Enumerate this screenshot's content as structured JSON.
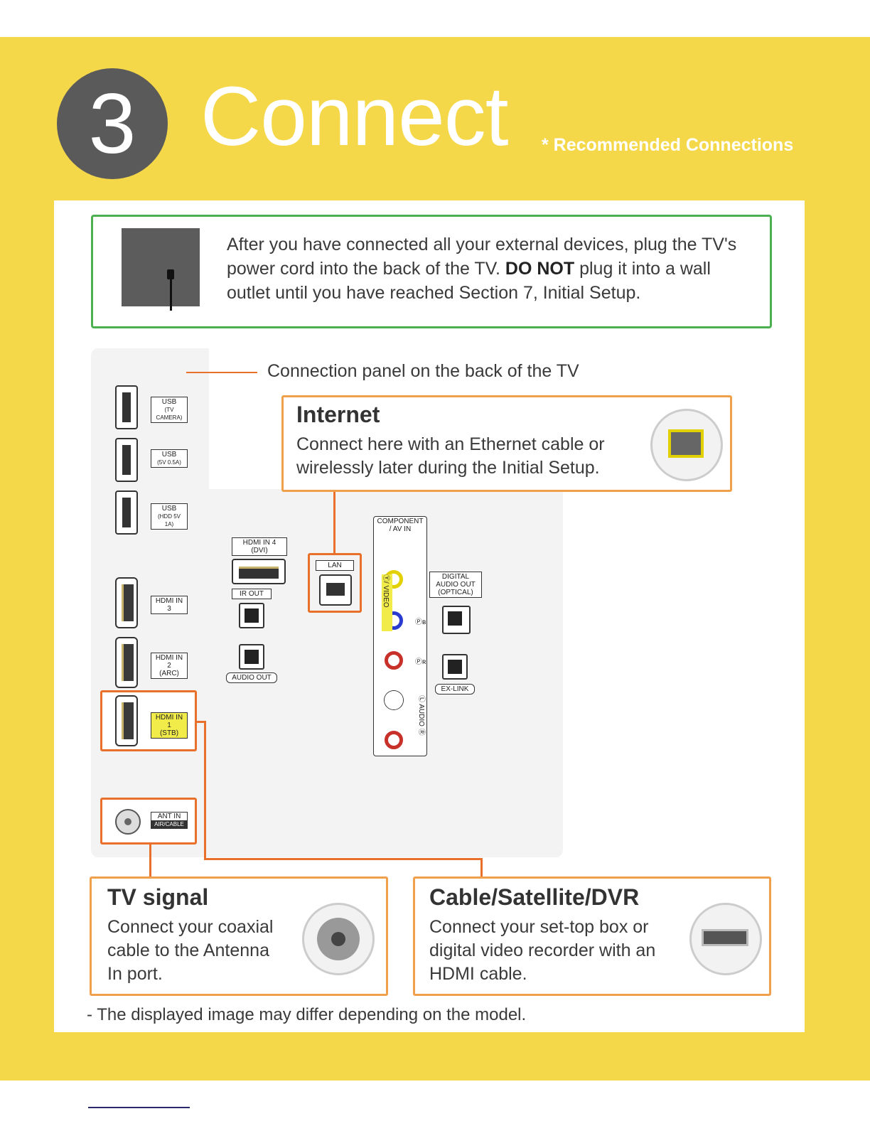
{
  "header": {
    "step_number": "3",
    "title": "Connect",
    "subtitle": "* Recommended Connections"
  },
  "power_notice": {
    "text_before": "After you have connected all your external devices, plug the TV's power cord into the back of the TV.",
    "bold": "DO NOT",
    "text_after": "plug it into a wall outlet until you have reached Section 7, Initial Setup."
  },
  "panel_caption": "Connection panel on the back of the TV",
  "internet": {
    "title": "Internet",
    "text": "Connect here with an Ethernet cable or wirelessly later during the Initial Setup."
  },
  "ports": {
    "usb1_line1": "USB",
    "usb1_line2": "(TV CAMERA)",
    "usb2_line1": "USB",
    "usb2_line2": "(5V 0.5A)",
    "usb3_line1": "USB",
    "usb3_line2": "(HDD 5V 1A)",
    "hdmi3": "HDMI IN 3",
    "hdmi2_line1": "HDMI IN 2",
    "hdmi2_line2": "(ARC)",
    "hdmi1_line1": "HDMI IN 1",
    "hdmi1_line2": "(STB)",
    "ant_line1": "ANT IN",
    "ant_line2": "AIR/CABLE",
    "hdmi4_line1": "HDMI IN 4",
    "hdmi4_line2": "(DVI)",
    "ir_out": "IR OUT",
    "audio_out": "AUDIO OUT",
    "lan": "LAN",
    "component_line1": "COMPONENT",
    "component_line2": "/ AV IN",
    "video_label": "Ⓨ/ VIDEO",
    "pb_label": "Ⓟʙ",
    "pr_label": "Ⓟʀ",
    "audio_label": "Ⓛ AUDIO Ⓡ",
    "digital_line1": "DIGITAL",
    "digital_line2": "AUDIO OUT",
    "digital_line3": "(OPTICAL)",
    "exlink": "EX-LINK"
  },
  "tv_signal": {
    "title": "TV signal",
    "text": "Connect your coaxial cable to the Antenna In port."
  },
  "cable_sat": {
    "title": "Cable/Satellite/DVR",
    "text": "Connect your set-top box or digital video recorder with an HDMI cable."
  },
  "footnote": "- The displayed image may differ depending on the model.",
  "colors": {
    "band": "#f5d84a",
    "callout_border": "#f0a04b",
    "power_border": "#4caf50",
    "accent_line": "#e8702a"
  }
}
